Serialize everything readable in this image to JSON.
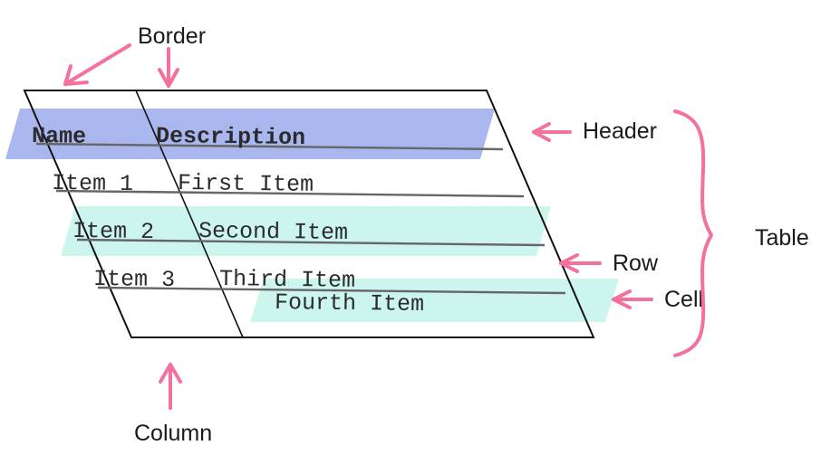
{
  "diagram": {
    "title": "HTML table anatomy diagram",
    "colors": {
      "header_highlight": "#aab7ee",
      "row_highlight": "#ccf5ee",
      "cell_highlight": "#ccf5ee",
      "annotation_pink": "#f4709f",
      "border_line": "#111111",
      "row_rule": "#666666",
      "text": "#2b2b2b",
      "background": "#ffffff"
    }
  },
  "table": {
    "columns": [
      "Name",
      "Description"
    ],
    "rows": [
      {
        "name": "Item 1",
        "description": "First Item"
      },
      {
        "name": "Item 2",
        "description": "Second Item"
      },
      {
        "name": "Item 3",
        "description": "Third Item"
      },
      {
        "name": "",
        "description": "Fourth Item"
      }
    ]
  },
  "annotations": {
    "border": "Border",
    "header": "Header",
    "table": "Table",
    "row": "Row",
    "cell": "Cell",
    "column": "Column"
  }
}
